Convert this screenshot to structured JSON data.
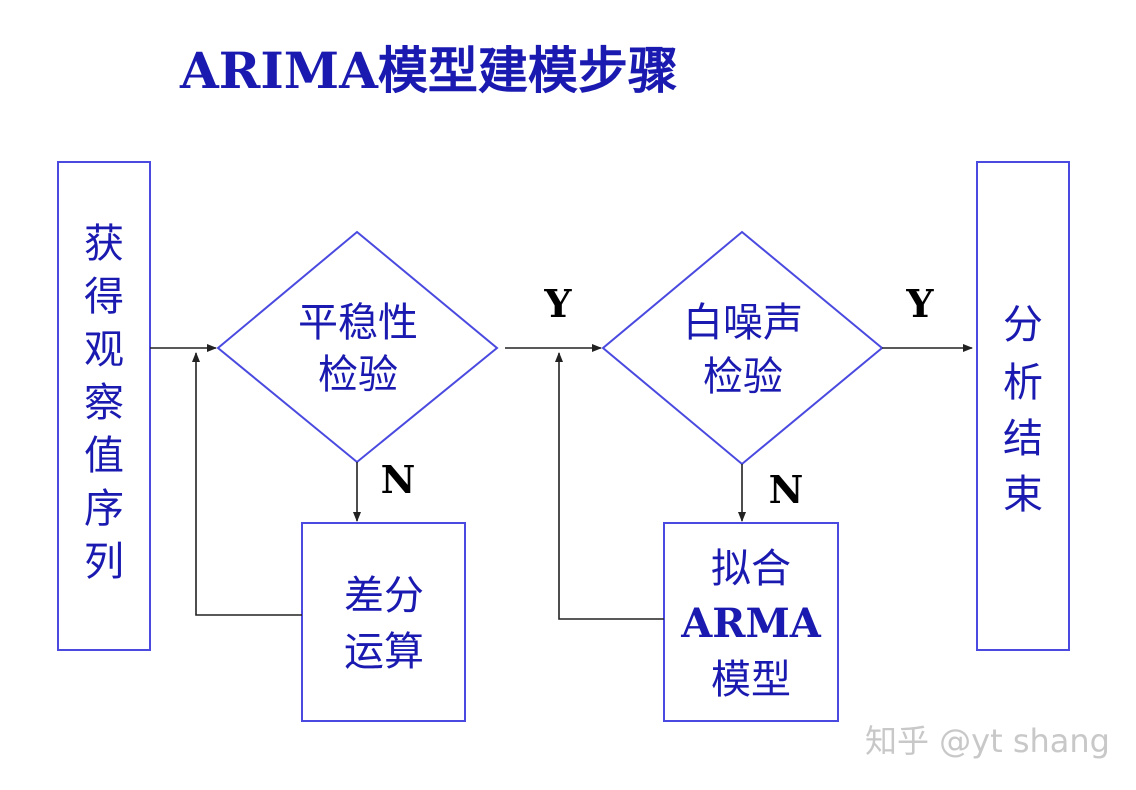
{
  "title": "ARIMA模型建模步骤",
  "nodes": {
    "start": {
      "chars": [
        "获",
        "得",
        "观",
        "察",
        "值",
        "序",
        "列"
      ]
    },
    "stationarity": {
      "lines": [
        "平稳性",
        "检验"
      ]
    },
    "difference": {
      "lines": [
        "差分",
        "运算"
      ]
    },
    "whitenoise": {
      "lines": [
        "白噪声",
        "检验"
      ]
    },
    "fit": {
      "lines": [
        "拟合",
        "ARMA",
        "模型"
      ]
    },
    "end": {
      "chars": [
        "分",
        "析",
        "结",
        "束"
      ]
    }
  },
  "labels": {
    "yes1": "Y",
    "no1": "N",
    "yes2": "Y",
    "no2": "N"
  },
  "watermark": "知乎 @yt shang",
  "colors": {
    "node_text": "#1a1ab0",
    "node_border": "#4a4ae0",
    "arrow": "#222222",
    "label": "#000000",
    "watermark": "#c8c8c8"
  }
}
